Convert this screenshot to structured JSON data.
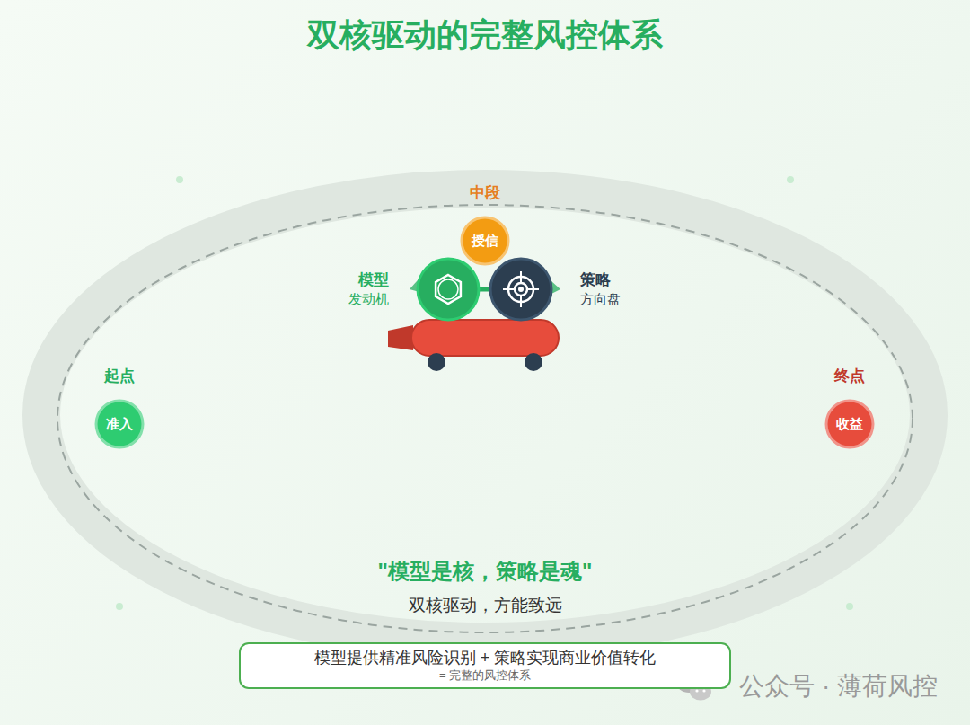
{
  "diagram": {
    "title": "双核驱动的完整风控体系",
    "nodes": [
      {
        "text": [
          "中段",
          "授信"
        ]
      },
      {
        "text": [
          "模型",
          "发动机"
        ]
      },
      {
        "text": [
          "策略",
          "方向盘"
        ]
      },
      {
        "text": [
          "起点",
          "准入"
        ]
      },
      {
        "text": [
          "终点",
          "收益"
        ]
      },
      {
        "text": [
          "模型提供精准风险识别 + 策略实现商业价值转化",
          "= 完整的风控体系"
        ]
      }
    ],
    "edges": [
      {
        "from": 1,
        "to": 2,
        "arrow": "none"
      }
    ],
    "labels": [
      "\"模型是核，策略是魂\"",
      "双核驱动，方能致远",
      "公众号 · 薄荷风控"
    ]
  }
}
